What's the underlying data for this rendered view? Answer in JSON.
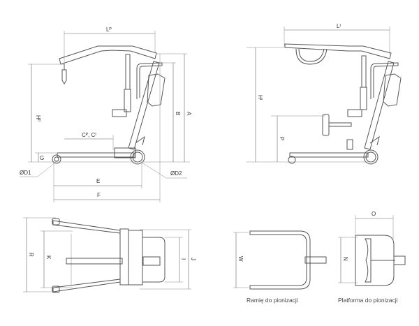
{
  "side_view_lifting": {
    "labels": {
      "LP": "Lᴾ",
      "HP": "Hᴾ",
      "A": "A",
      "B": "B",
      "CP_CI": "Cᴾ, Cᴵ",
      "G": "G",
      "D1": "ØD1",
      "D2": "ØD2",
      "E": "E",
      "F": "F"
    }
  },
  "side_view_standing": {
    "labels": {
      "LI": "Lᴵ",
      "HI": "Hᴵ",
      "P": "P"
    }
  },
  "top_view": {
    "labels": {
      "R": "R",
      "K": "K",
      "I": "I",
      "J": "J"
    }
  },
  "standing_arm": {
    "labels": {
      "W": "W"
    },
    "caption": "Ramię do pionizacji"
  },
  "standing_platform": {
    "labels": {
      "O": "O",
      "N": "N"
    },
    "caption": "Platforma do pionizacji"
  }
}
